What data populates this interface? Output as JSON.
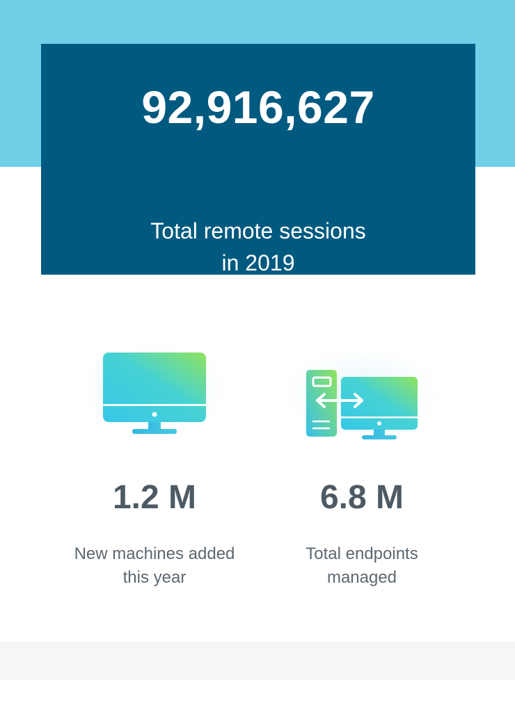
{
  "hero": {
    "value": "92,916,627",
    "caption_line1": "Total remote sessions",
    "caption_line2": "in 2019"
  },
  "stats": [
    {
      "icon": "desktop-monitor-icon",
      "value": "1.2 M",
      "label_line1": "New machines added",
      "label_line2": "this year"
    },
    {
      "icon": "endpoint-transfer-icon",
      "value": "6.8 M",
      "label_line1": "Total endpoints",
      "label_line2": "managed"
    }
  ],
  "colors": {
    "top_band": "#6fd0e8",
    "hero_card": "#005a80",
    "stat_text": "#4e5a63",
    "footer_strip": "#f6f6f6",
    "icon_gradient_start": "#38c7e8",
    "icon_gradient_end": "#8fe35f"
  }
}
